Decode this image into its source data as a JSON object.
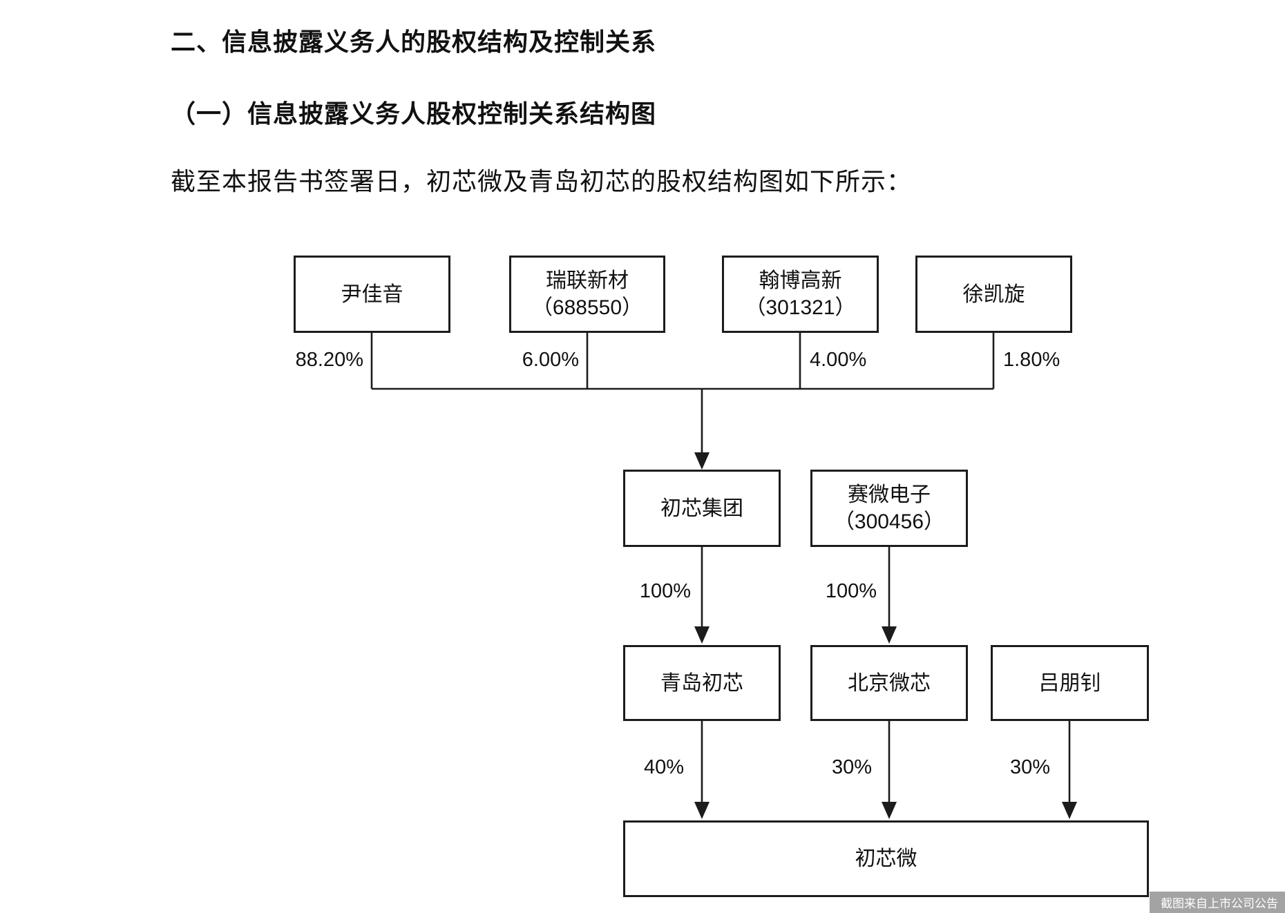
{
  "document": {
    "heading_main": "二、信息披露义务人的股权结构及控制关系",
    "heading_sub": "（一）信息披露义务人股权控制关系结构图",
    "intro": "截至本报告书签署日，初芯微及青岛初芯的股权结构图如下所示：",
    "watermark": "截图来自上市公司公告"
  },
  "diagram": {
    "nodes": {
      "yinjiayin": {
        "label": "尹佳音"
      },
      "ruilian": {
        "label": "瑞联新材",
        "code": "（688550）"
      },
      "hanbo": {
        "label": "翰博高新",
        "code": "（301321）"
      },
      "xukaixuan": {
        "label": "徐凯旋"
      },
      "chuxin_group": {
        "label": "初芯集团"
      },
      "saiwei": {
        "label": "赛微电子",
        "code": "（300456）"
      },
      "qingdao_chuxin": {
        "label": "青岛初芯"
      },
      "beijing_weixin": {
        "label": "北京微芯"
      },
      "lvpengzhao": {
        "label": "吕朋钊"
      },
      "chuxinwei": {
        "label": "初芯微"
      }
    },
    "edges": {
      "e1": {
        "from": "尹佳音",
        "to": "初芯集团",
        "label": "88.20%"
      },
      "e2": {
        "from": "瑞联新材",
        "to": "初芯集团",
        "label": "6.00%"
      },
      "e3": {
        "from": "翰博高新",
        "to": "初芯集团",
        "label": "4.00%"
      },
      "e4": {
        "from": "徐凯旋",
        "to": "初芯集团",
        "label": "1.80%"
      },
      "e5": {
        "from": "初芯集团",
        "to": "青岛初芯",
        "label": "100%"
      },
      "e6": {
        "from": "赛微电子",
        "to": "北京微芯",
        "label": "100%"
      },
      "e7": {
        "from": "青岛初芯",
        "to": "初芯微",
        "label": "40%"
      },
      "e8": {
        "from": "北京微芯",
        "to": "初芯微",
        "label": "30%"
      },
      "e9": {
        "from": "吕朋钊",
        "to": "初芯微",
        "label": "30%"
      }
    }
  }
}
